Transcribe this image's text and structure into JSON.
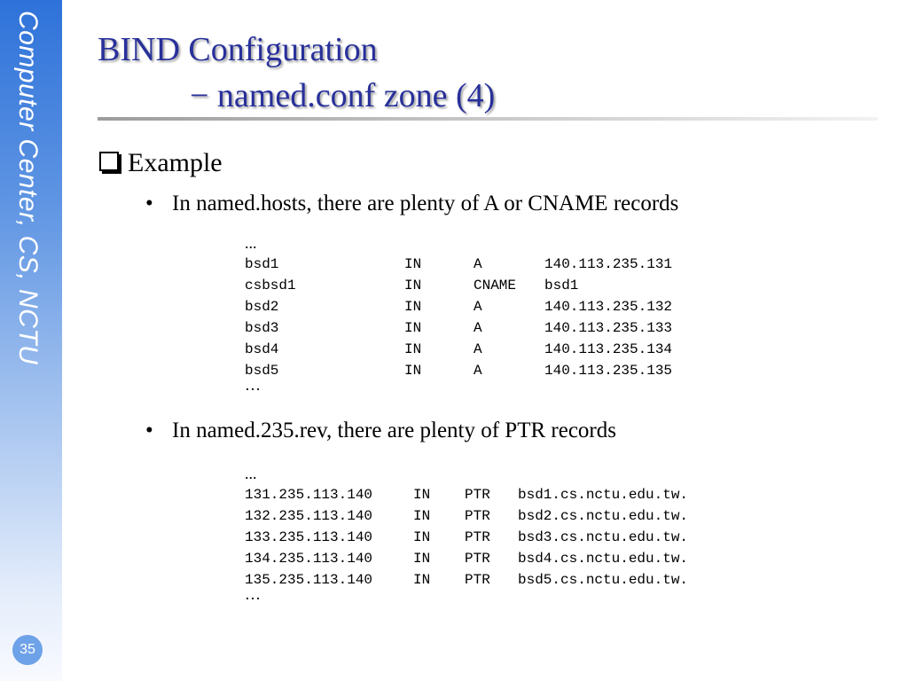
{
  "sidebar": {
    "text": "Computer Center, CS, NCTU",
    "page_number": "35"
  },
  "title": {
    "line1": "BIND Configuration",
    "line2": "− named.conf  zone (4)"
  },
  "heading": "Example",
  "bullet1": {
    "text": "In named.hosts, there are plenty of A or CNAME records",
    "ellipsis_top": "...",
    "ellipsis_bottom": "…",
    "rows": [
      [
        "bsd1",
        "IN",
        "A",
        "140.113.235.131"
      ],
      [
        "csbsd1",
        "IN",
        "CNAME",
        "bsd1"
      ],
      [
        "bsd2",
        "IN",
        "A",
        "140.113.235.132"
      ],
      [
        "bsd3",
        "IN",
        "A",
        "140.113.235.133"
      ],
      [
        "bsd4",
        "IN",
        "A",
        "140.113.235.134"
      ],
      [
        "bsd5",
        "IN",
        "A",
        "140.113.235.135"
      ]
    ]
  },
  "bullet2": {
    "text": "In named.235.rev, there are plenty of PTR records",
    "ellipsis_top": "...",
    "ellipsis_bottom": "…",
    "rows": [
      [
        "131.235.113.140",
        "IN",
        "PTR",
        "bsd1.cs.nctu.edu.tw."
      ],
      [
        "132.235.113.140",
        "IN",
        "PTR",
        "bsd2.cs.nctu.edu.tw."
      ],
      [
        "133.235.113.140",
        "IN",
        "PTR",
        "bsd3.cs.nctu.edu.tw."
      ],
      [
        "134.235.113.140",
        "IN",
        "PTR",
        "bsd4.cs.nctu.edu.tw."
      ],
      [
        "135.235.113.140",
        "IN",
        "PTR",
        "bsd5.cs.nctu.edu.tw."
      ]
    ]
  },
  "bullet_symbol": "•"
}
